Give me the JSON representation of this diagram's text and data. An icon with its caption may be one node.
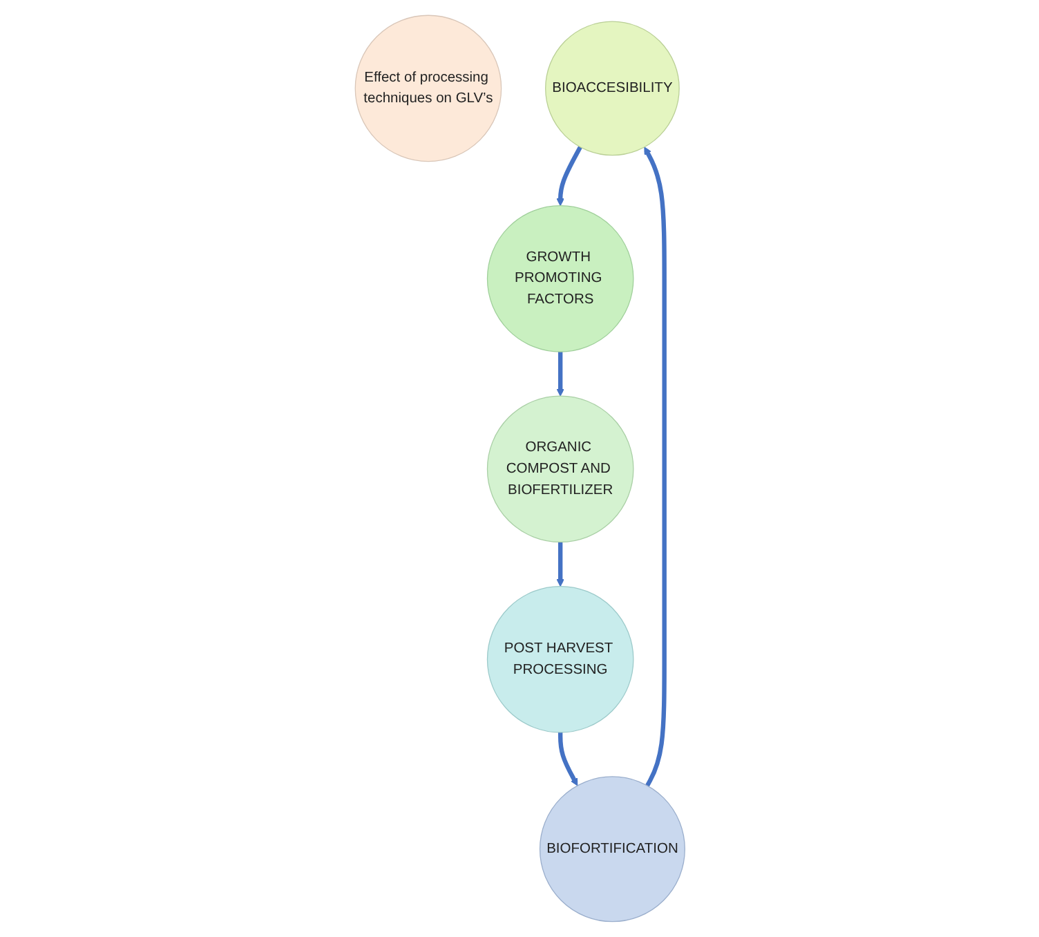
{
  "diagram": {
    "nodes": [
      {
        "text": [
          "Effect of processing techniques on GLV’s"
        ]
      },
      {
        "text": [
          "BIOACCESIBILITY"
        ]
      },
      {
        "text": [
          "GROWTH PROMOTING FACTORS"
        ]
      },
      {
        "text": [
          "ORGANIC COMPOST AND BIOFERTILIZER"
        ]
      },
      {
        "text": [
          "POST HARVEST PROCESSING"
        ]
      },
      {
        "text": [
          "BIOFORTIFICATION"
        ]
      }
    ],
    "edges": [
      {
        "from": 1,
        "to": 2,
        "arrow": "to"
      },
      {
        "from": 2,
        "to": 3,
        "arrow": "to"
      },
      {
        "from": 3,
        "to": 4,
        "arrow": "to"
      },
      {
        "from": 4,
        "to": 5,
        "arrow": "to"
      },
      {
        "from": 5,
        "to": 1,
        "arrow": "to"
      }
    ]
  }
}
